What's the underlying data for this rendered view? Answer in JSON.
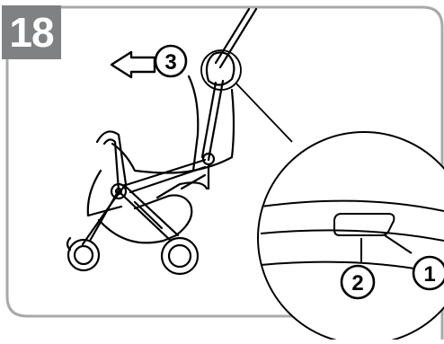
{
  "step": {
    "number": "18"
  },
  "callouts": {
    "c1": "1",
    "c2": "2",
    "c3": "3"
  },
  "colors": {
    "frame": "#a7a9ab",
    "badge": "#7f8183",
    "line": "#000000"
  },
  "icons": {
    "direction_arrow": "left-arrow-icon"
  }
}
